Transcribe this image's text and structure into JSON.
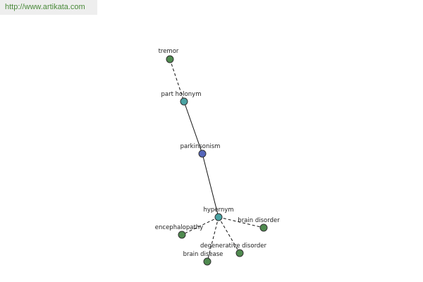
{
  "watermark": {
    "url": "http://www.artikata.com"
  },
  "colors": {
    "term": "#4f8a4f",
    "relation": "#4aa3a3",
    "center": "#5566bb"
  },
  "graph": {
    "nodes": [
      {
        "id": "tremor",
        "label": "tremor",
        "kind": "term"
      },
      {
        "id": "part-holonym",
        "label": "part holonym",
        "kind": "relation"
      },
      {
        "id": "parkinsonism",
        "label": "parkinsonism",
        "kind": "center"
      },
      {
        "id": "hypernym",
        "label": "hypernym",
        "kind": "relation"
      },
      {
        "id": "brain-disorder",
        "label": "brain disorder",
        "kind": "term"
      },
      {
        "id": "encephalopathy",
        "label": "encephalopathy",
        "kind": "term"
      },
      {
        "id": "degenerative-disorder",
        "label": "degenerative disorder",
        "kind": "term"
      },
      {
        "id": "brain-disease",
        "label": "brain disease",
        "kind": "term"
      }
    ],
    "edges": [
      {
        "from": "tremor",
        "to": "part-holonym",
        "style": "dashed"
      },
      {
        "from": "part-holonym",
        "to": "parkinsonism",
        "style": "solid"
      },
      {
        "from": "parkinsonism",
        "to": "hypernym",
        "style": "solid"
      },
      {
        "from": "hypernym",
        "to": "brain-disorder",
        "style": "dashed"
      },
      {
        "from": "hypernym",
        "to": "encephalopathy",
        "style": "dashed"
      },
      {
        "from": "hypernym",
        "to": "degenerative-disorder",
        "style": "dashed"
      },
      {
        "from": "hypernym",
        "to": "brain-disease",
        "style": "dashed"
      }
    ]
  }
}
